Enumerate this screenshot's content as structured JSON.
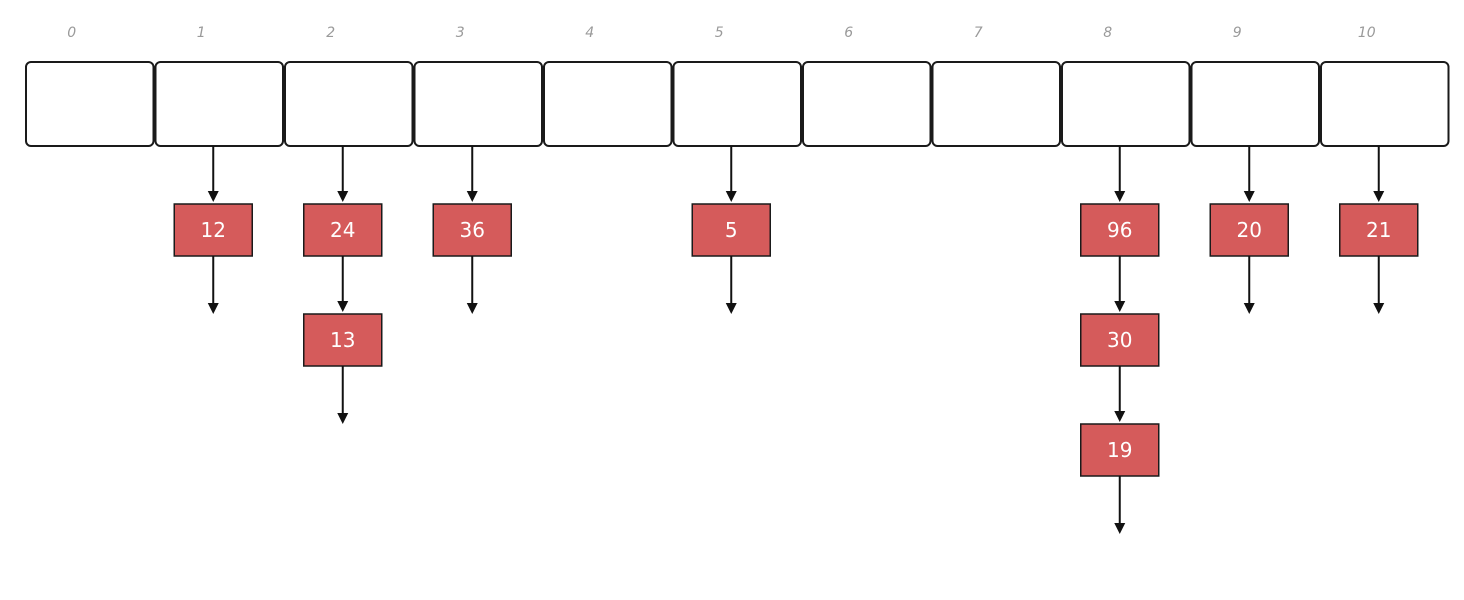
{
  "hash_table": {
    "buckets": [
      {
        "index": "0",
        "chain": []
      },
      {
        "index": "1",
        "chain": [
          "12"
        ]
      },
      {
        "index": "2",
        "chain": [
          "24",
          "13"
        ]
      },
      {
        "index": "3",
        "chain": [
          "36"
        ]
      },
      {
        "index": "4",
        "chain": []
      },
      {
        "index": "5",
        "chain": [
          "5"
        ]
      },
      {
        "index": "6",
        "chain": []
      },
      {
        "index": "7",
        "chain": []
      },
      {
        "index": "8",
        "chain": [
          "96",
          "30",
          "19"
        ]
      },
      {
        "index": "9",
        "chain": [
          "20"
        ]
      },
      {
        "index": "10",
        "chain": [
          "21"
        ]
      }
    ]
  },
  "colors": {
    "node_fill": "#d55b5b",
    "node_text": "#ffffff",
    "index_label": "#9a9a9a",
    "outline": "#1a1a1a"
  }
}
